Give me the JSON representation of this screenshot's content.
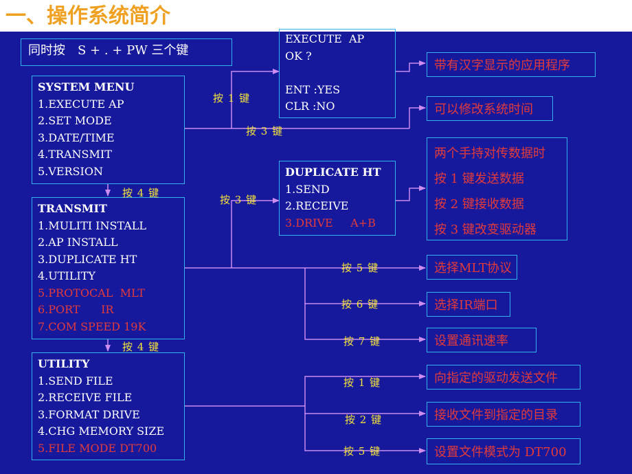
{
  "title": "一、操作系统简介",
  "hint": "同时按　S + . + PW 三个键",
  "system_menu": {
    "title": "SYSTEM MENU",
    "items": [
      "1.EXECUTE AP",
      "2.SET MODE",
      "3.DATE/TIME",
      "4.TRANSMIT",
      "5.VERSION"
    ]
  },
  "transmit": {
    "title": "TRANSMIT",
    "items": [
      "1.MULITI INSTALL",
      "2.AP INSTALL",
      "3.DUPLICATE HT",
      "4.UTILITY",
      "5.PROTOCAL  MLT",
      "6.PORT      IR",
      "7.COM SPEED 19K"
    ]
  },
  "utility": {
    "title": "UTILITY",
    "items": [
      "1.SEND FILE",
      "2.RECEIVE FILE",
      "3.FORMAT DRIVE",
      "4.CHG MEMORY SIZE",
      "5.FILE MODE DT700"
    ]
  },
  "execute_ap": {
    "title": "EXECUTE  AP",
    "lines": [
      "OK ?",
      "",
      "ENT :YES",
      "CLR :NO"
    ]
  },
  "duplicate_ht": {
    "title": "DUPLICATE HT",
    "items": [
      "1.SEND",
      "2.RECEIVE",
      "3.DRIVE     A+B"
    ]
  },
  "keys": {
    "k1": "按 1 键",
    "k3a": "按 3 键",
    "k4a": "按 4 键",
    "k3b": "按 3 键",
    "k4b": "按 4 键",
    "k5a": "按 5 键",
    "k6": "按 6 键",
    "k7": "按 7 键",
    "u1": "按 1 键",
    "u2": "按 2 键",
    "u5": "按 5 键"
  },
  "outputs": {
    "chinese_app": "带有汉字显示的应用程序",
    "modify_time": "可以修改系统时间",
    "dup_info": [
      "两个手持对传数据时",
      "按 1 键发送数据",
      "按 2 键接收数据",
      "按 3 键改变驱动器"
    ],
    "mlt": "选择MLT协议",
    "ir": "选择IR端口",
    "speed": "设置通讯速率",
    "send_file": "向指定的驱动发送文件",
    "recv_file": "接收文件到指定的目录",
    "file_mode": "设置文件模式为 DT700"
  },
  "colors": {
    "background": "#17199d",
    "title": "#f0a020",
    "border": "#34b4ee",
    "key": "#f5e43a",
    "highlight": "#e33a3a",
    "wire": "#cc8cf0"
  }
}
